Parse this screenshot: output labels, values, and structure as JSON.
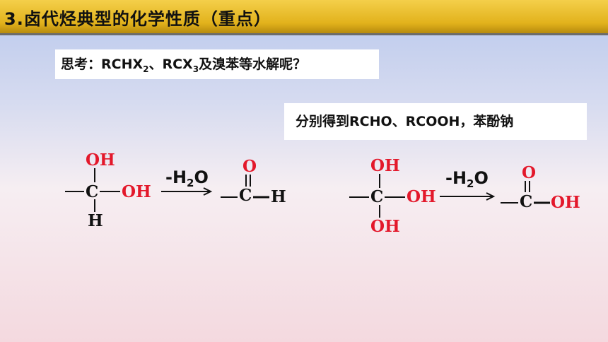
{
  "header": {
    "title": "3.卤代烃典型的化学性质（重点）"
  },
  "question": {
    "prefix": "思考：RCHX",
    "sub1": "2",
    "mid": "、RCX",
    "sub2": "3",
    "suffix": "及溴苯等水解呢？"
  },
  "answer": {
    "text": "分别得到RCHO、RCOOH，苯酚钠"
  },
  "reaction1": {
    "reactant": {
      "top": "OH",
      "center": "C",
      "right": "OH",
      "bottom": "H"
    },
    "condition": {
      "main": "-H",
      "sub": "2",
      "tail": "O"
    },
    "product": {
      "top": "O",
      "center": "C",
      "right": "H"
    }
  },
  "reaction2": {
    "reactant": {
      "top": "OH",
      "center": "C",
      "right": "OH",
      "bottom": "OH"
    },
    "condition": {
      "main": "-H",
      "sub": "2",
      "tail": "O"
    },
    "product": {
      "top": "O",
      "center": "C",
      "right": "OH"
    }
  },
  "colors": {
    "header": "#e2b21c",
    "highlight_red": "#e3182b",
    "text": "#111111"
  }
}
